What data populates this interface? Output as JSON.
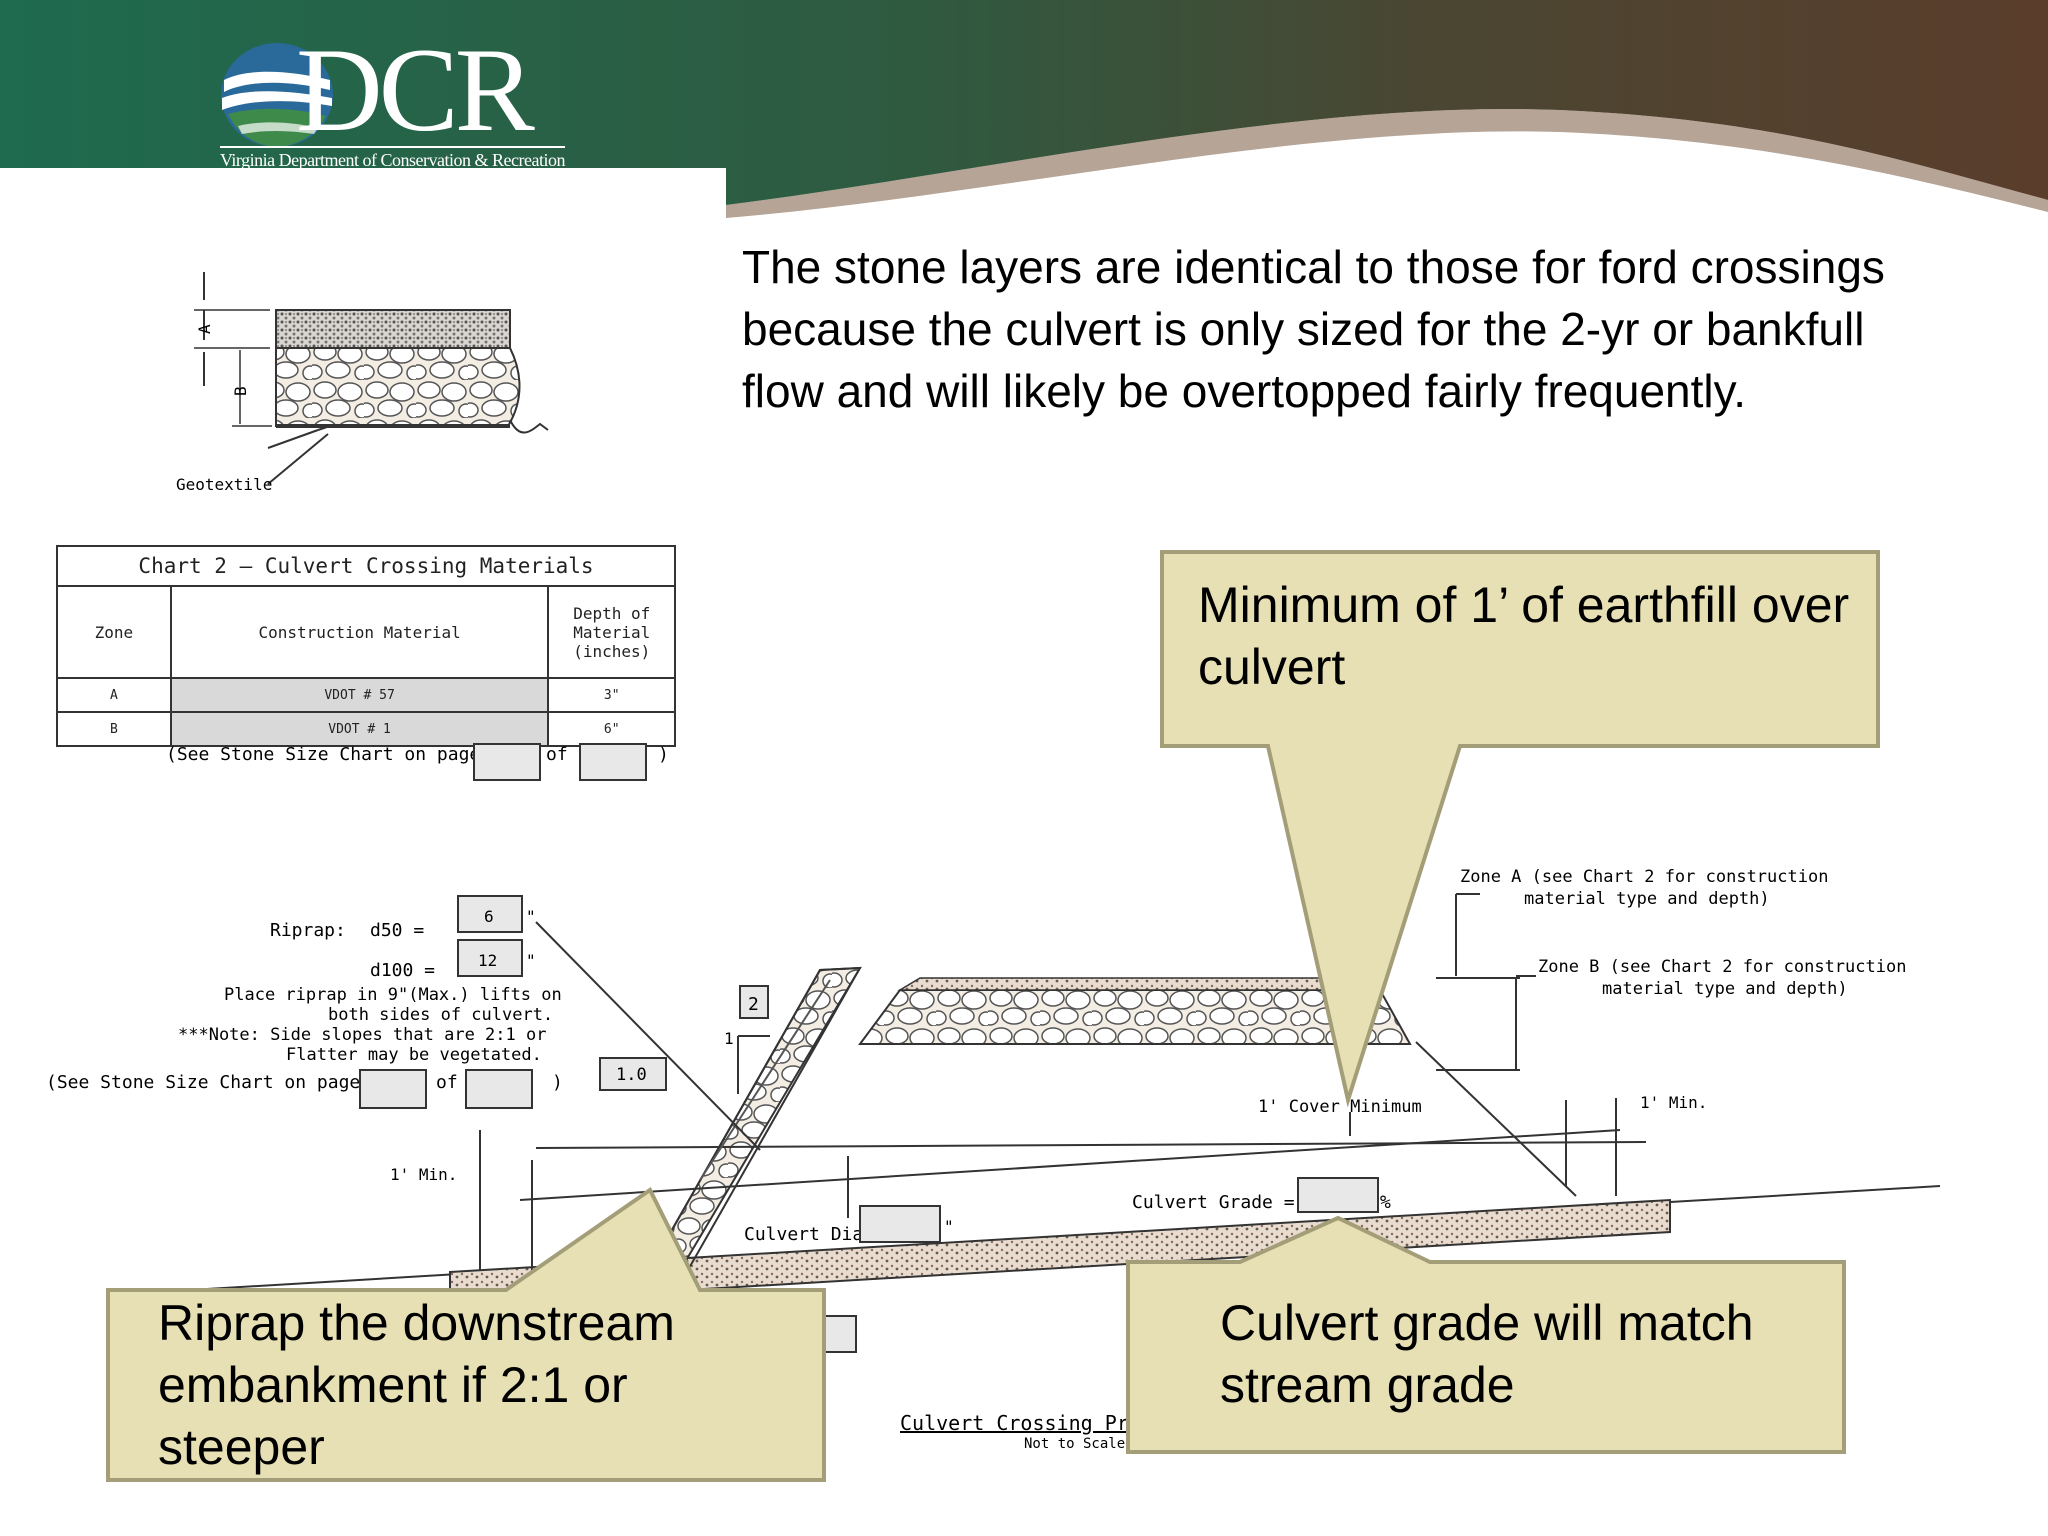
{
  "header": {
    "logo": "DCR",
    "organization": "Virginia Department of Conservation & Recreation",
    "colors": {
      "green": "#1e6b4f",
      "brown": "#5a3d2b",
      "callout": "#e6e0b4",
      "callout_border": "#a39e78"
    }
  },
  "intro_text": "The stone layers are identical to those for ford crossings because the culvert is only sized for the 2-yr or bankfull flow and will likely be overtopped fairly frequently.",
  "section_detail": {
    "label_a": "A",
    "label_b": "B",
    "geotextile_label": "Geotextile"
  },
  "chart2": {
    "title": "Chart 2 — Culvert Crossing Materials",
    "columns": [
      "Zone",
      "Construction Material",
      "Depth of Material (inches)"
    ],
    "rows": [
      {
        "zone": "A",
        "material": "VDOT # 57",
        "depth": "3\""
      },
      {
        "zone": "B",
        "material": "VDOT # 1",
        "depth": "6\""
      }
    ],
    "note_prefix": "(See Stone Size Chart on page",
    "note_of": "of",
    "note_suffix": ")"
  },
  "profile": {
    "riprap_label": "Riprap:",
    "d50_label": "d50 =",
    "d50_value": "6",
    "d100_label": "d100 =",
    "d100_value": "12",
    "inch_mark": "\"",
    "riprap_note_1": "Place riprap in 9\"(Max.) lifts on",
    "riprap_note_2": "both sides of culvert.",
    "riprap_note_3": "***Note: Side slopes that are 2:1 or",
    "riprap_note_4": "Flatter may be vegetated.",
    "stone_chart_prefix": "(See Stone Size Chart on page",
    "stone_chart_of": "of",
    "stone_chart_suffix": ")",
    "slope_h": "2",
    "slope_v": "1",
    "slope_ratio": "1.0",
    "zone_a_1": "Zone A (see Chart 2 for construction",
    "zone_a_2": "material type and depth)",
    "zone_b_1": "Zone B (see Chart 2 for construction",
    "zone_b_2": "material type and depth)",
    "cover_min": "1' Cover Minimum",
    "min_right": "1' Min.",
    "min_left": "1' Min.",
    "culvert_grade": "Culvert Grade =",
    "percent": "%",
    "culvert_dia": "Culvert Dia",
    "title": "Culvert Crossing Pro",
    "not_to_scale": "Not to Scale"
  },
  "callouts": {
    "earthfill": "Minimum of 1’ of earthfill over culvert",
    "riprap": "Riprap the downstream embankment if 2:1 or steeper",
    "grade": "Culvert grade will match stream grade"
  }
}
